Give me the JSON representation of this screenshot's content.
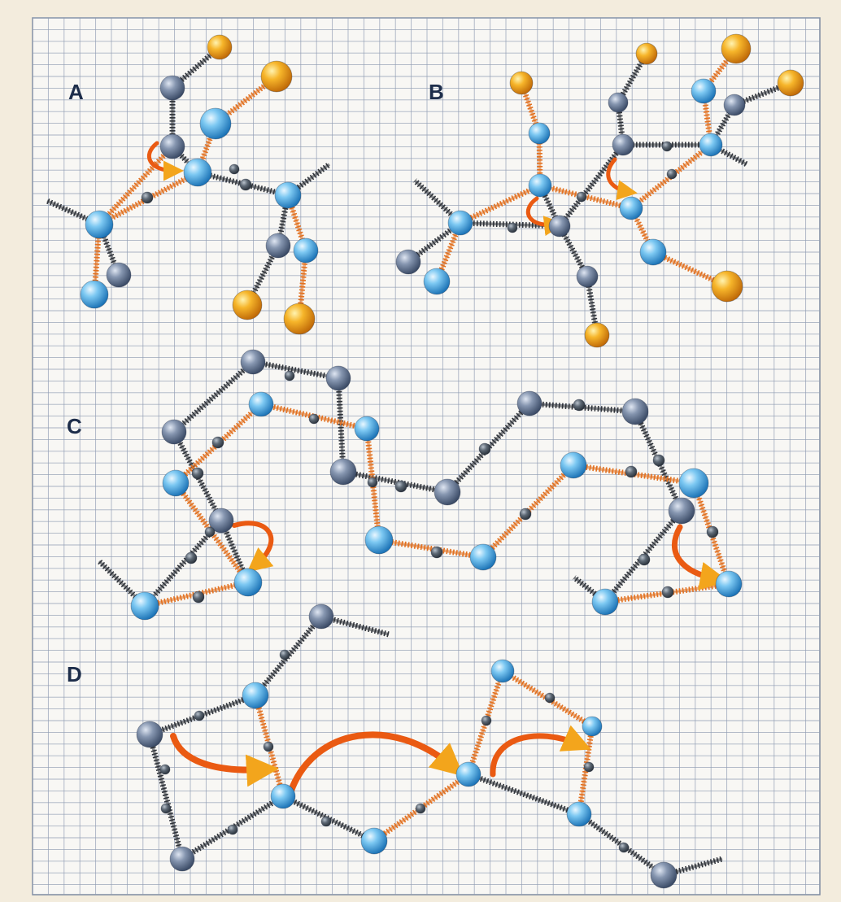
{
  "figure": {
    "background_color": "#f3ecdd",
    "grid_color": "#8f9cb2",
    "colors": {
      "blue_atom": "#5cb4ec",
      "gray_atom": "#6e819e",
      "orange_atom": "#f0a420",
      "small_atom": "#44505c",
      "orange_bond": "#e2701f",
      "dark_bond": "#2f333a",
      "arrow": "#ea5a12",
      "label": "#1d2d4a"
    },
    "panels": [
      {
        "id": "A",
        "label": "A"
      },
      {
        "id": "B",
        "label": "B"
      },
      {
        "id": "C",
        "label": "C"
      },
      {
        "id": "D",
        "label": "D"
      }
    ]
  }
}
